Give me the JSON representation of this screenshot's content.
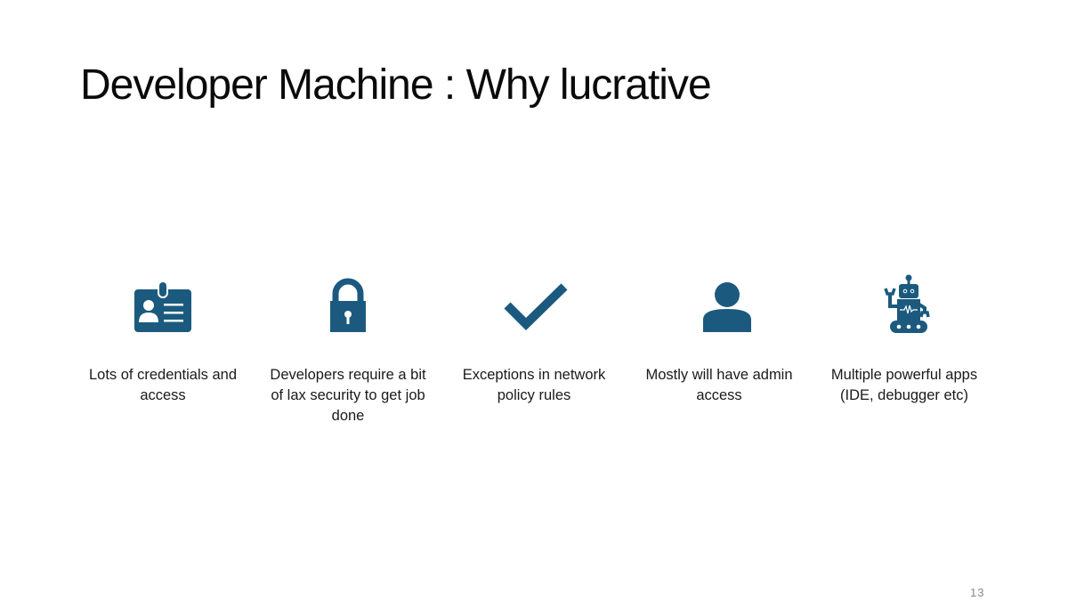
{
  "slide": {
    "title": "Developer Machine : Why lucrative",
    "page_number": "13",
    "accent_color": "#1b5a7e"
  },
  "items": [
    {
      "icon": "id-badge-icon",
      "caption": "Lots of credentials and access"
    },
    {
      "icon": "lock-icon",
      "caption": "Developers require a bit of lax security to get job done"
    },
    {
      "icon": "checkmark-icon",
      "caption": "Exceptions in network policy rules"
    },
    {
      "icon": "user-icon",
      "caption": "Mostly will have admin access"
    },
    {
      "icon": "robot-icon",
      "caption": "Multiple powerful apps (IDE, debugger etc)"
    }
  ]
}
